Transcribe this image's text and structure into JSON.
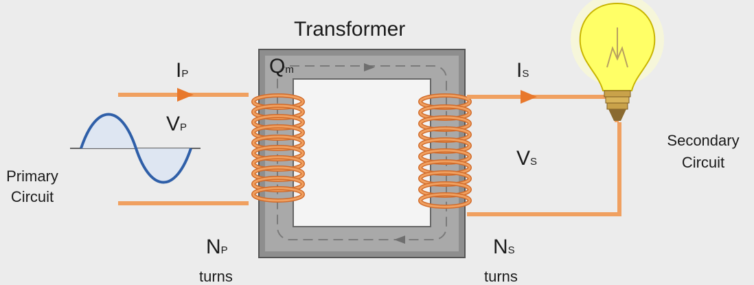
{
  "title": "Transformer",
  "labels": {
    "primary_current": "I",
    "primary_current_sub": "P",
    "primary_voltage": "V",
    "primary_voltage_sub": "P",
    "flux": "Q",
    "flux_sub": "m",
    "secondary_current": "I",
    "secondary_current_sub": "S",
    "secondary_voltage": "V",
    "secondary_voltage_sub": "S",
    "primary_turns": "N",
    "primary_turns_sub": "P",
    "primary_turns_word": "turns",
    "secondary_turns": "N",
    "secondary_turns_sub": "S",
    "secondary_turns_word": "turns",
    "primary_circuit_line1": "Primary",
    "primary_circuit_line2": "Circuit",
    "secondary_circuit_line1": "Secondary",
    "secondary_circuit_line2": "Circuit"
  },
  "colors": {
    "background": "#ececec",
    "wire": "#f0a060",
    "wire_dark": "#d06a2a",
    "core": "#8e8e8e",
    "core_inner": "#f4f4f4",
    "sine": "#2f5fa8",
    "bulb": "#ffff66"
  },
  "icons": [
    "lightbulb-icon",
    "sine-wave-icon",
    "current-arrow-icon",
    "flux-arrow-icon"
  ]
}
